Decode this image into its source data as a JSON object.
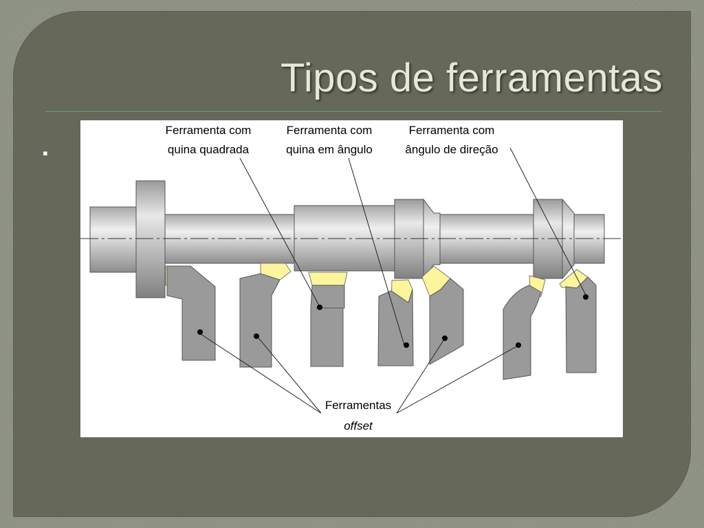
{
  "slide": {
    "title": "Tipos de ferramentas",
    "bullet": "▪"
  },
  "diagram": {
    "labels": {
      "square_corner_line1": "Ferramenta com",
      "square_corner_line2": "quina quadrada",
      "angle_corner_line1": "Ferramenta com",
      "angle_corner_line2": "quina em ângulo",
      "lead_angle_line1": "Ferramenta com",
      "lead_angle_line2": "ângulo de direção",
      "offset_line1": "Ferramentas",
      "offset_line2": "offset"
    },
    "colors": {
      "shaft_light": "#f2f2f2",
      "shaft_dark": "#8a8a8a",
      "tool_body": "#9a9a9a",
      "insert": "#fdf59c",
      "line": "#000000"
    }
  }
}
